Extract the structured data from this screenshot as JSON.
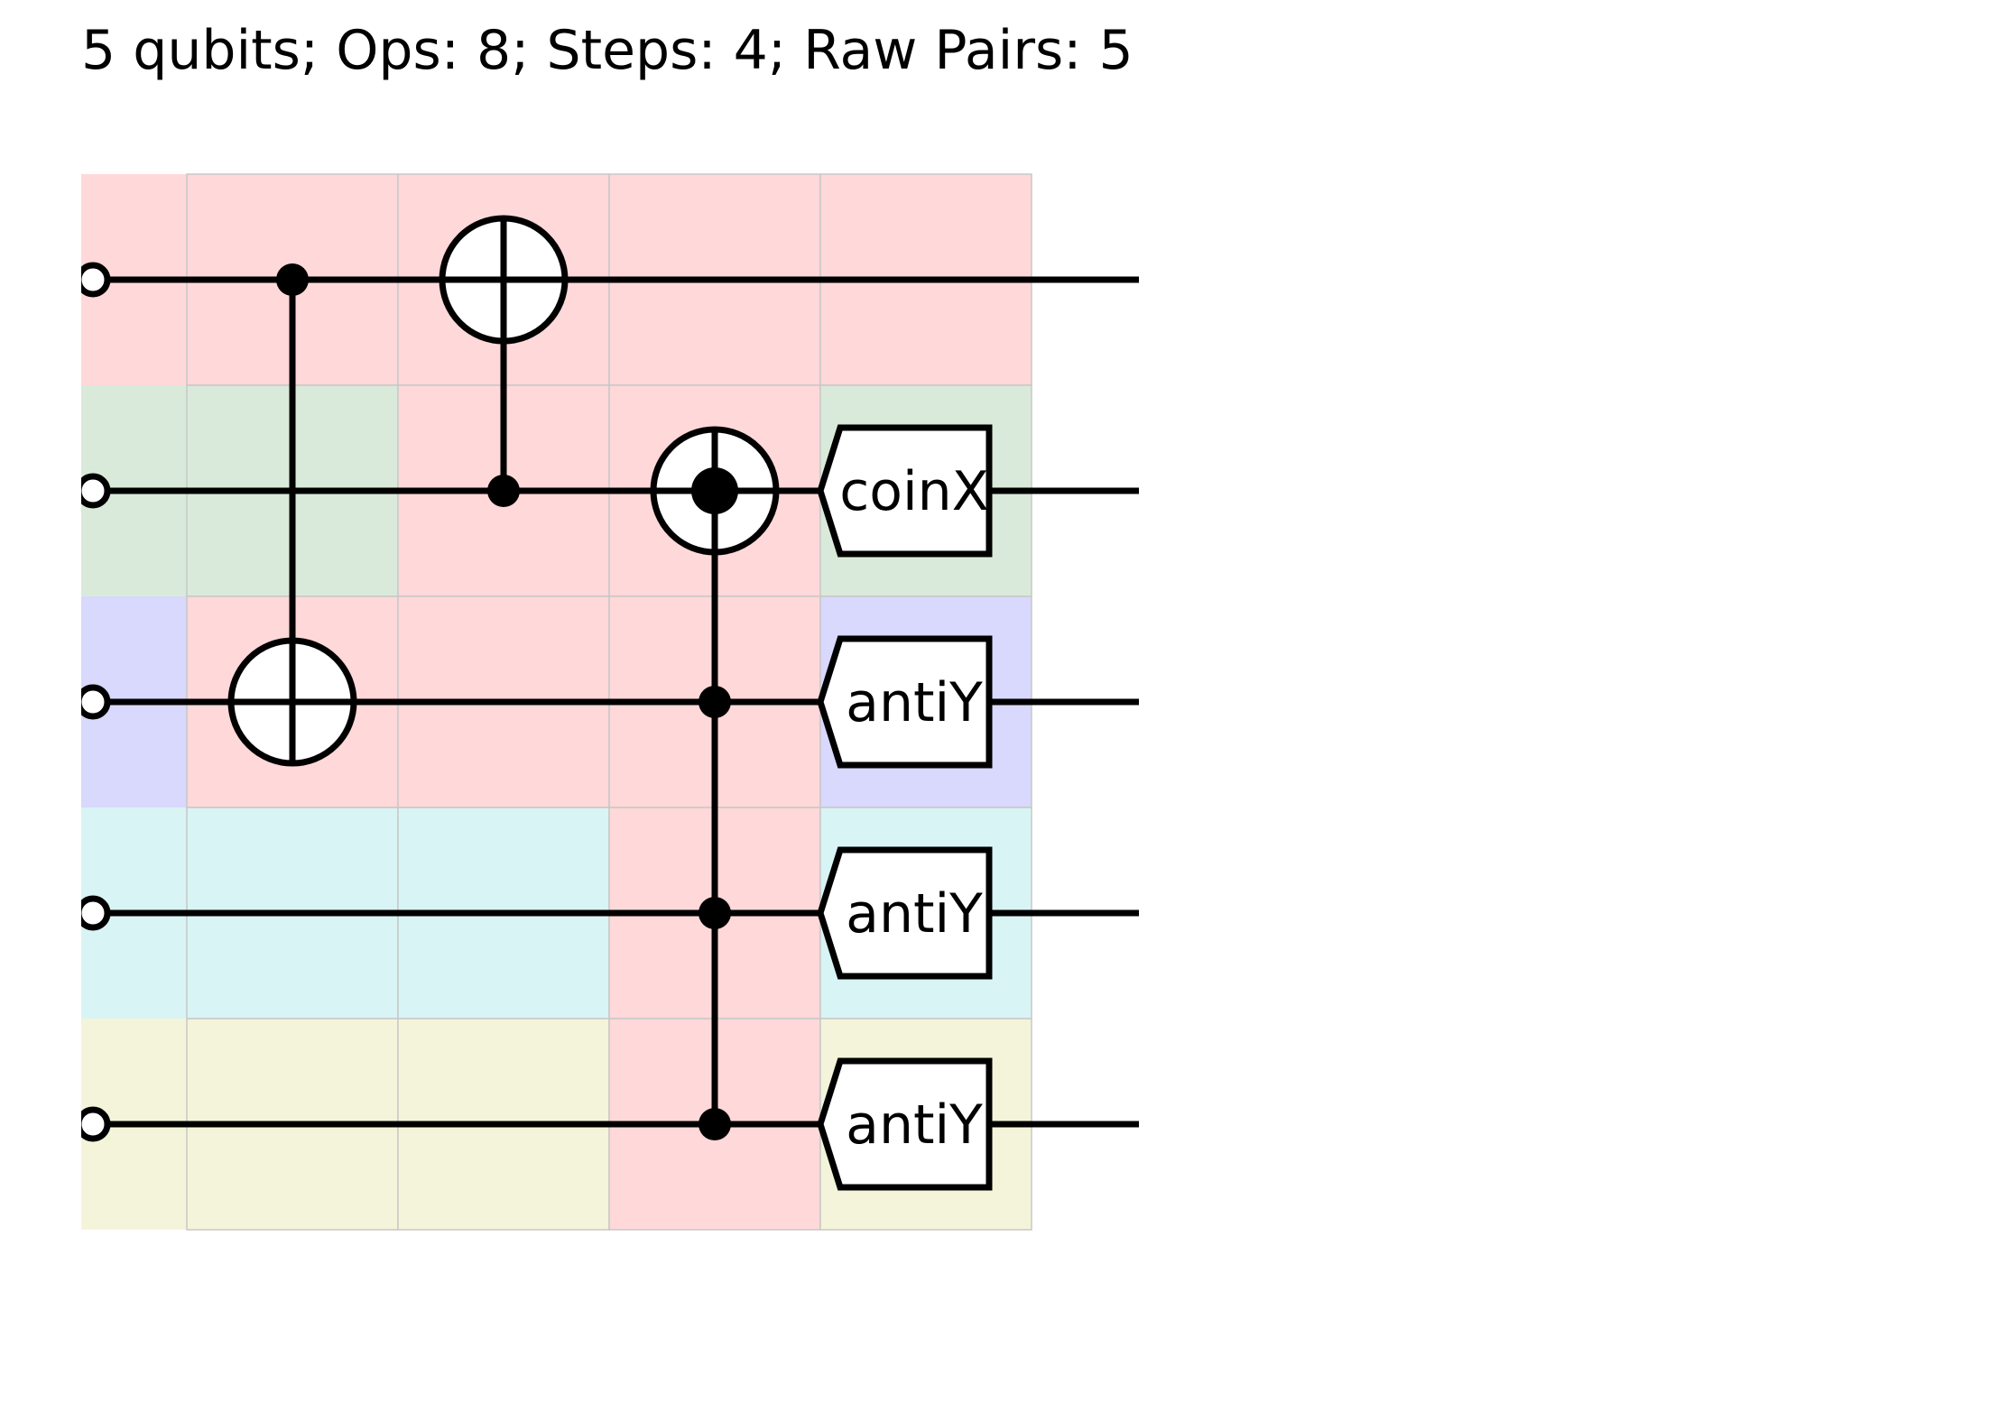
{
  "header": {
    "title": "5 qubits; Ops: 8; Steps: 4; Raw Pairs: 5"
  },
  "colors": {
    "red": "#ffd8d9",
    "green": "#daeada",
    "blue": "#d9d8fd",
    "cyan": "#d9f4f4",
    "yellow": "#f4f4da",
    "grid": "#c8c8c8",
    "stroke": "#000000"
  },
  "circuit": {
    "qubit_count": 5,
    "column_count": 5,
    "cell_colors": [
      [
        "red",
        "red",
        "red",
        "red",
        "red"
      ],
      [
        "green",
        "green",
        "red",
        "red",
        "green"
      ],
      [
        "blue",
        "red",
        "red",
        "red",
        "blue"
      ],
      [
        "cyan",
        "cyan",
        "cyan",
        "red",
        "cyan"
      ],
      [
        "yellow",
        "yellow",
        "yellow",
        "red",
        "yellow"
      ]
    ],
    "gates": [
      {
        "name": "cnot-step1",
        "type": "cnot",
        "column": 1,
        "target": 2,
        "controls": [
          0
        ]
      },
      {
        "name": "cnot-step2",
        "type": "cnot",
        "column": 2,
        "target": 0,
        "controls": [
          1
        ]
      },
      {
        "name": "multi-controlled-not-step3",
        "type": "cnot_dot",
        "column": 3,
        "target": 1,
        "controls": [
          2,
          3,
          4
        ]
      },
      {
        "name": "measure-coinx",
        "type": "measure",
        "column": 4,
        "qubit": 1,
        "label": "coinX"
      },
      {
        "name": "measure-antiy-q2",
        "type": "measure",
        "column": 4,
        "qubit": 2,
        "label": "antiY"
      },
      {
        "name": "measure-antiy-q3",
        "type": "measure",
        "column": 4,
        "qubit": 3,
        "label": "antiY"
      },
      {
        "name": "measure-antiy-q4",
        "type": "measure",
        "column": 4,
        "qubit": 4,
        "label": "antiY"
      }
    ]
  }
}
